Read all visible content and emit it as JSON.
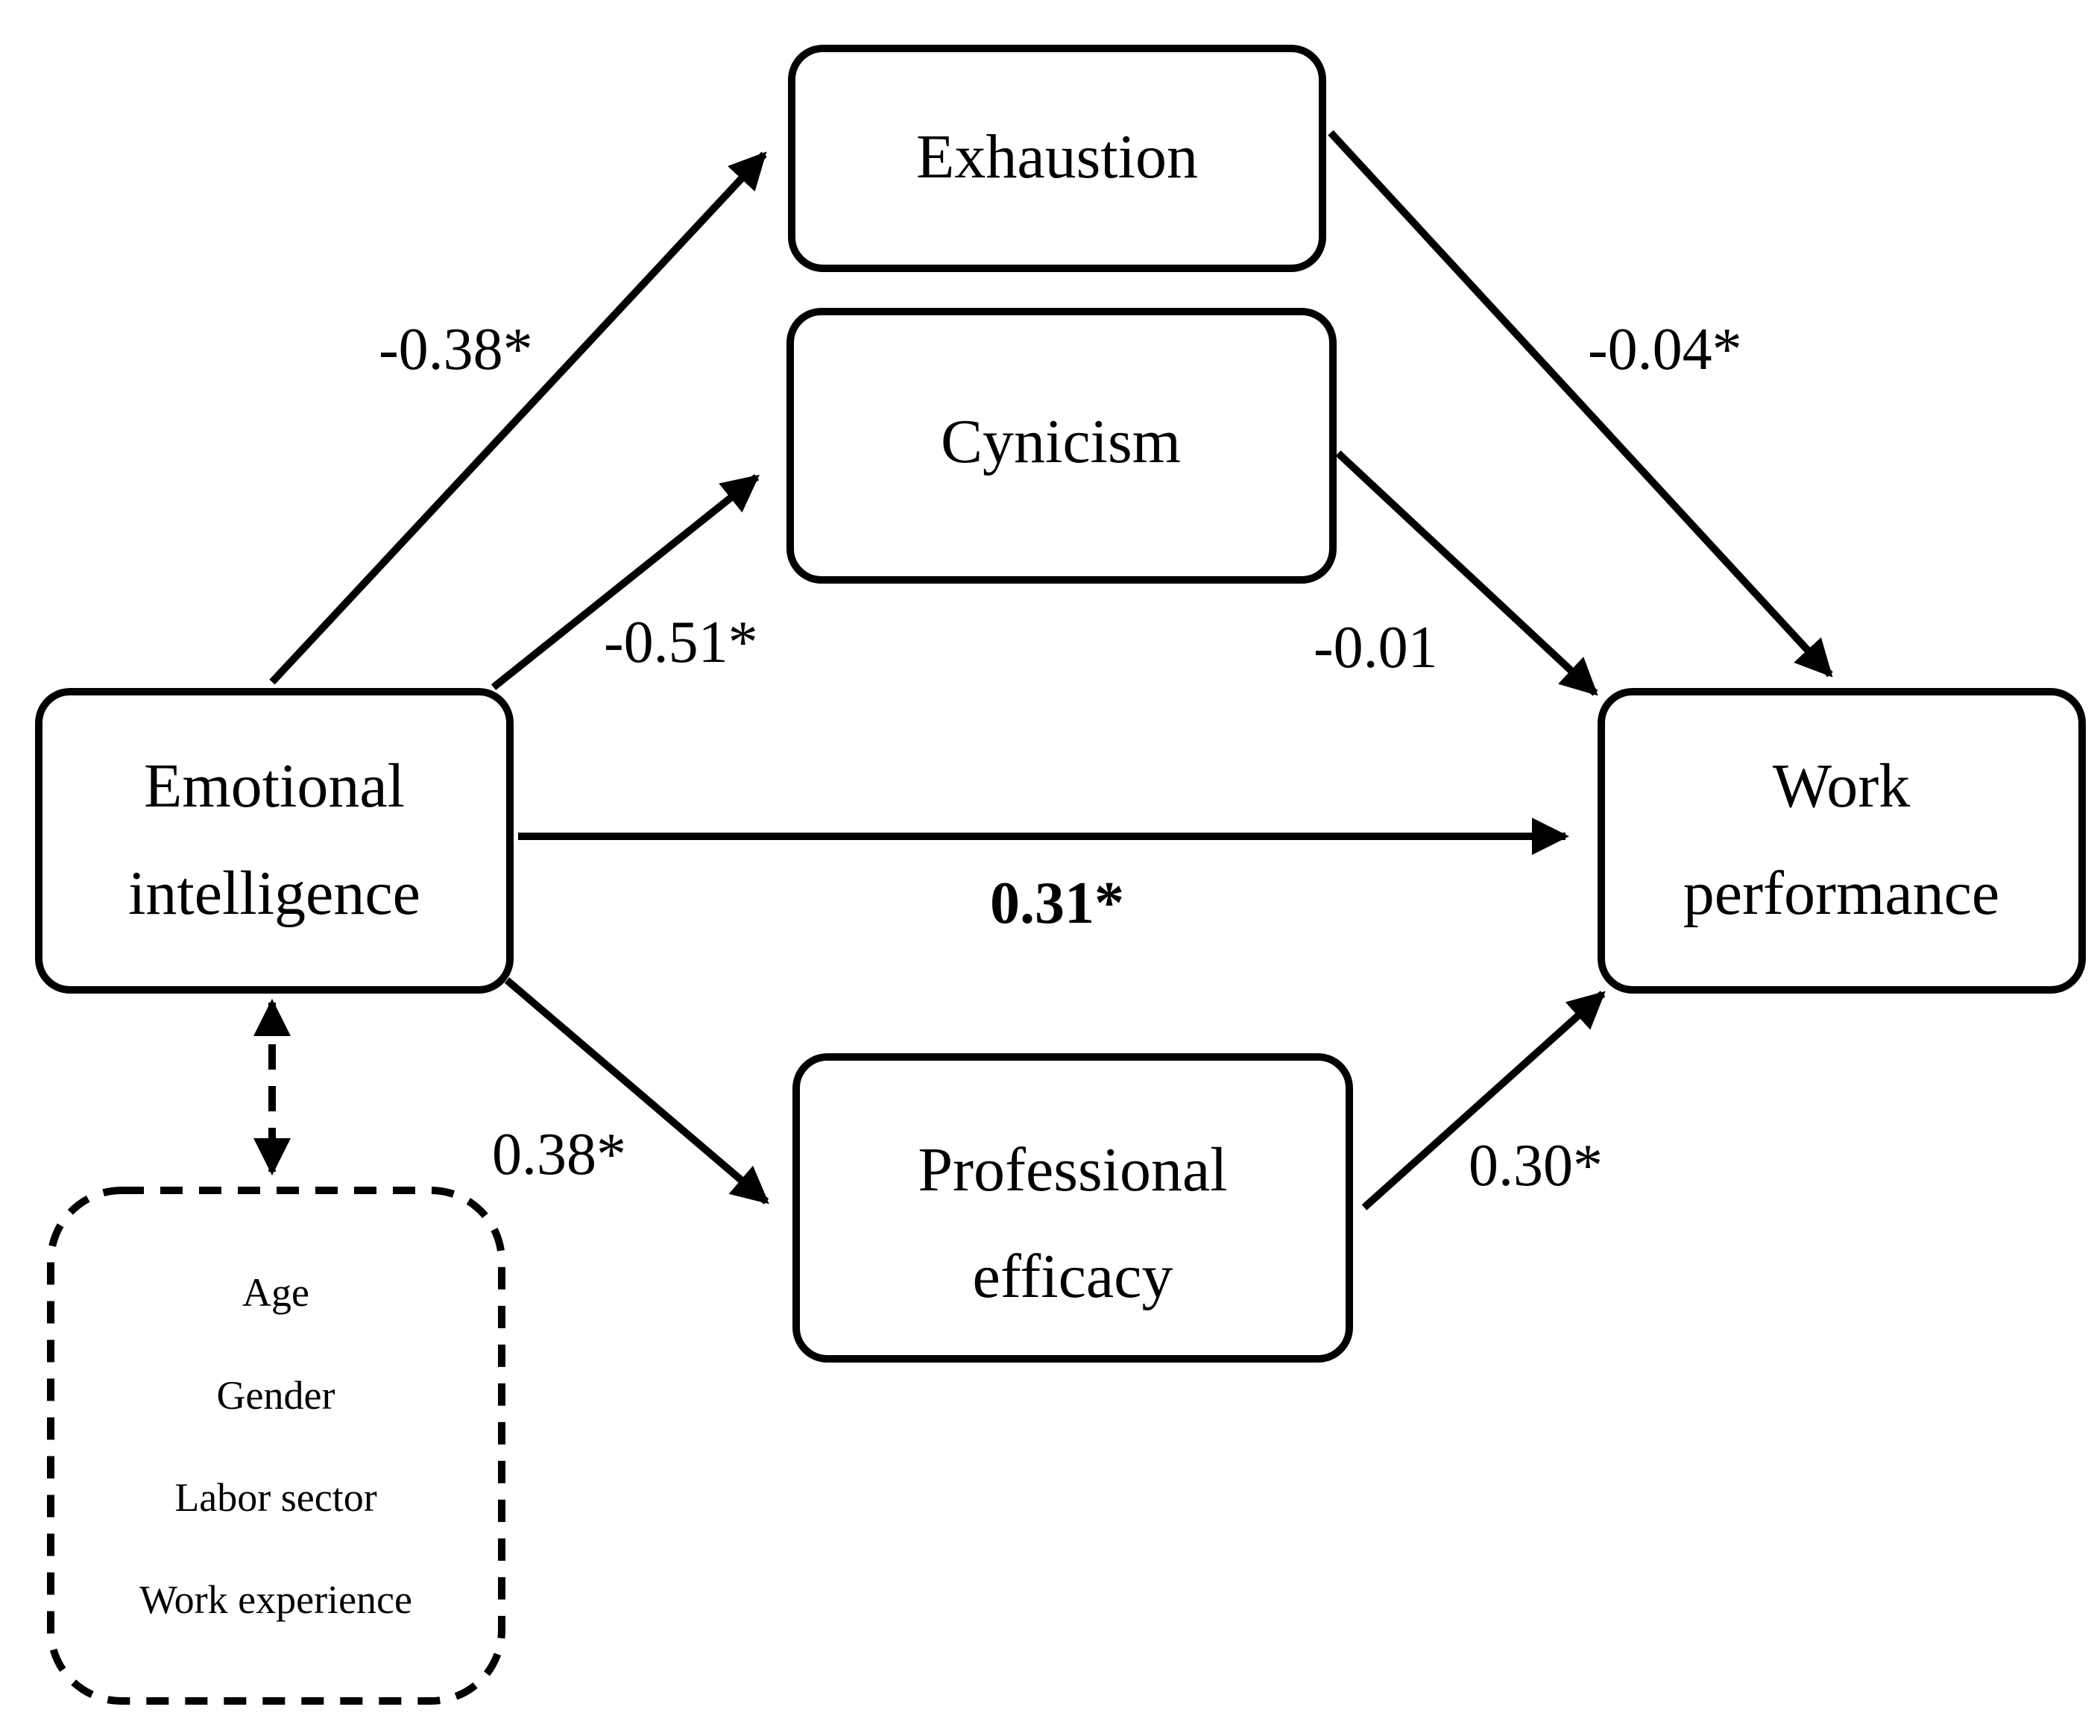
{
  "nodes": {
    "exhaustion": {
      "label": "Exhaustion"
    },
    "cynicism": {
      "label": "Cynicism"
    },
    "emotional_intelligence": {
      "line1": "Emotional",
      "line2": "intelligence"
    },
    "work_performance": {
      "line1": "Work",
      "line2": "performance"
    },
    "professional_efficacy": {
      "line1": "Professional",
      "line2": "efficacy"
    }
  },
  "controls": {
    "items": [
      "Age",
      "Gender",
      "Labor sector",
      "Work experience"
    ]
  },
  "paths": {
    "ei_to_exhaustion": "-0.38*",
    "ei_to_cynicism": "-0.51*",
    "ei_to_work_performance": "0.31*",
    "ei_to_professional_efficacy": "0.38*",
    "exhaustion_to_work_performance": "-0.04*",
    "cynicism_to_work_performance": "-0.01",
    "professional_efficacy_to_work_performance": "0.30*"
  }
}
